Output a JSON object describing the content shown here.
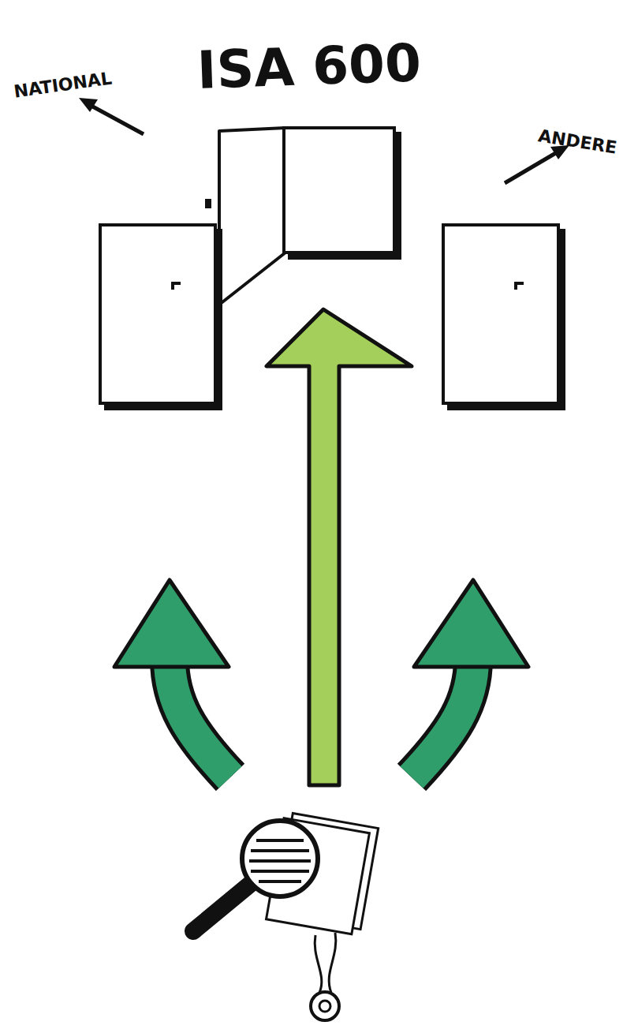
{
  "diagram": {
    "nodes": [
      {
        "text": [
          "ISA 600"
        ]
      },
      {
        "text": [
          "NATIONAL"
        ]
      },
      {
        "text": [
          "ANDERE"
        ]
      }
    ]
  }
}
